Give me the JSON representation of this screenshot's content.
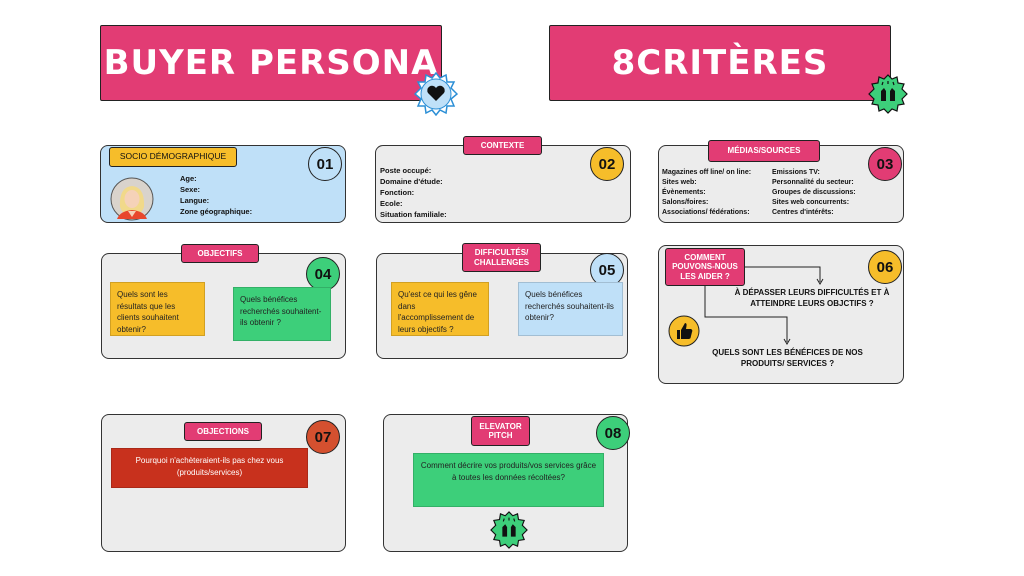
{
  "banners": {
    "buyer_persona": "BUYER PERSONA",
    "criteres": "8CRITÈRES"
  },
  "cards": {
    "c01": {
      "number": "01",
      "tag": "SOCIO DÉMOGRAPHIQUE",
      "fields": [
        "Age:",
        "Sexe:",
        "Langue:",
        "Zone géographique:"
      ]
    },
    "c02": {
      "number": "02",
      "tag": "CONTEXTE",
      "fields": [
        "Poste occupé:",
        "Domaine d'étude:",
        "Fonction:",
        "Ecole:",
        "Situation familiale:"
      ]
    },
    "c03": {
      "number": "03",
      "tag": "MÉDIAS/SOURCES",
      "left": [
        "Magazines off line/ on line:",
        "Sites web:",
        "Évènements:",
        "Salons/foires:",
        "Associations/ fédérations:"
      ],
      "right": [
        "Emissions TV:",
        "Personnalité du secteur:",
        "Groupes de discussions:",
        "Sites web concurrents:",
        "Centres d'intérêts:"
      ]
    },
    "c04": {
      "number": "04",
      "tag": "OBJECTIFS",
      "note_yellow": "Quels sont les résultats que les clients souhaitent obtenir?",
      "note_green": "Quels bénéfices recherchés souhaitent-ils obtenir ?"
    },
    "c05": {
      "number": "05",
      "tag": "DIFFICULTÉS/ CHALLENGES",
      "note_yellow": "Qu'est ce qui les gêne dans l'accomplissement de leurs objectifs ?",
      "note_blue": "Quels bénéfices recherchés souhaitent-ils obtenir?"
    },
    "c06": {
      "number": "06",
      "tag": "COMMENT POUVONS-NOUS LES AIDER ?",
      "q1": "À DÉPASSER  LEURS DIFFICULTÉS ET À ATTEINDRE LEURS OBJCTIFS ?",
      "q2": "QUELS SONT LES BÉNÉFICES DE NOS PRODUITS/ SERVICES ?"
    },
    "c07": {
      "number": "07",
      "tag": "OBJECTIONS",
      "note_red": "Pourquoi n'achèteraient-ils pas chez vous (produits/services)"
    },
    "c08": {
      "number": "08",
      "tag": "ELEVATOR PITCH",
      "note_green": "Comment décrire vos produits/vos services grâce à toutes les données récoltées?"
    }
  },
  "icons": {
    "heart_badge": "heart-icon",
    "clap_badge": "clapping-hands-icon",
    "thumbs_badge": "thumbs-up-icon",
    "avatar": "avatar"
  },
  "colors": {
    "pink": "#e23c74",
    "yellow": "#f6bd2a",
    "green": "#3dcf7a",
    "light_blue": "#bfe0f8",
    "red": "#c8311d",
    "card_bg": "#ececec"
  }
}
